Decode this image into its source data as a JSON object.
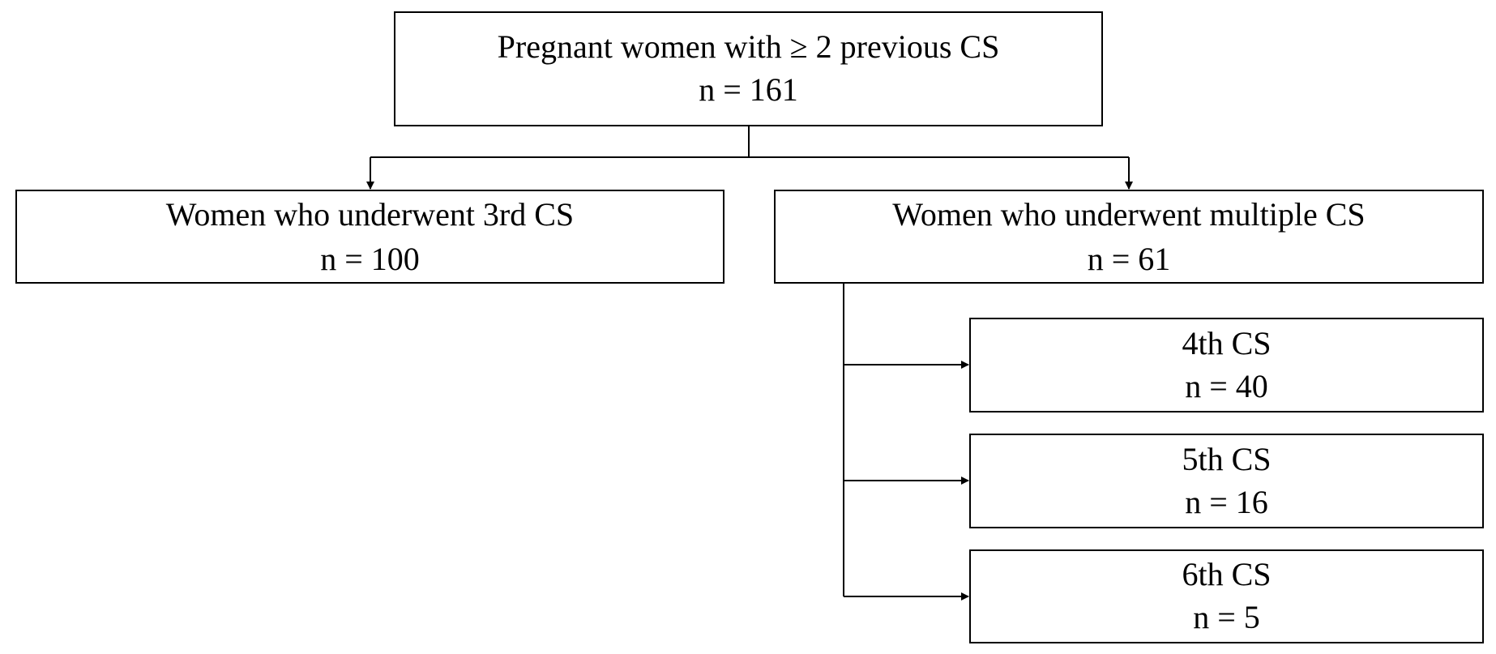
{
  "nodes": {
    "root": {
      "title": "Pregnant women with ≥ 2 previous CS",
      "count": "n = 161"
    },
    "third_cs": {
      "title": "Women who underwent 3rd CS",
      "count": "n = 100"
    },
    "multiple_cs": {
      "title": "Women who underwent multiple CS",
      "count": "n = 61"
    },
    "fourth_cs": {
      "title": "4th CS",
      "count": "n = 40"
    },
    "fifth_cs": {
      "title": "5th CS",
      "count": "n = 16"
    },
    "sixth_cs": {
      "title": "6th CS",
      "count": "n = 5"
    }
  },
  "edges": [
    {
      "from": "root",
      "to": "third_cs"
    },
    {
      "from": "root",
      "to": "multiple_cs"
    },
    {
      "from": "multiple_cs",
      "to": "fourth_cs"
    },
    {
      "from": "multiple_cs",
      "to": "fifth_cs"
    },
    {
      "from": "multiple_cs",
      "to": "sixth_cs"
    }
  ],
  "colors": {
    "line": "#000000",
    "box_border": "#000000",
    "background": "#ffffff"
  }
}
